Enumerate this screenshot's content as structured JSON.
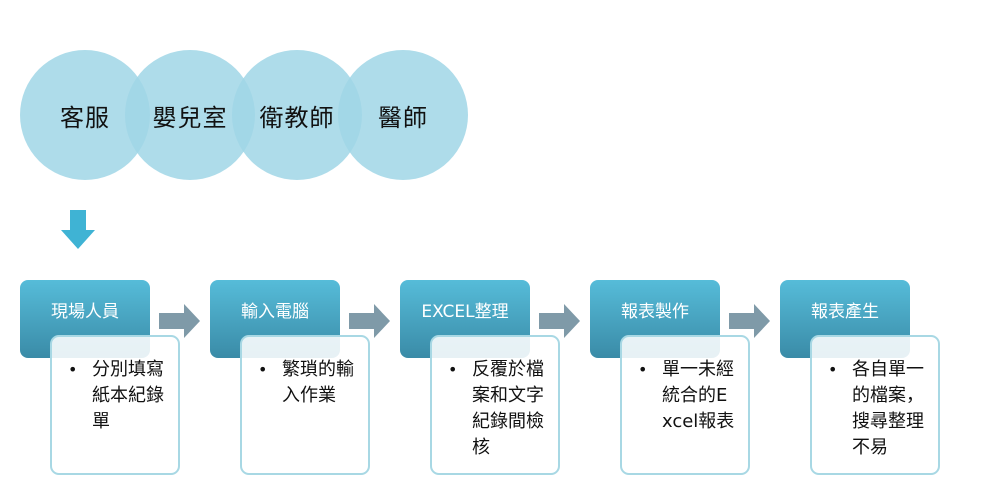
{
  "roles": [
    "客服",
    "嬰兒室",
    "衛教師",
    "醫師"
  ],
  "steps": [
    {
      "title": "現場人員",
      "bullet": "分別填寫紙本紀錄單"
    },
    {
      "title": "輸入電腦",
      "bullet": "繁瑣的輸入作業"
    },
    {
      "title": "EXCEL整理",
      "bullet": "反覆於檔案和文字紀錄間檢核"
    },
    {
      "title": "報表製作",
      "bullet": "單一未經統合的Excel報表"
    },
    {
      "title": "報表產生",
      "bullet": "各自單一的檔案，搜尋整理不易"
    }
  ],
  "colors": {
    "circle_fill": "#a0d6e6",
    "header_top": "#56bcd9",
    "header_bottom": "#3a8ba7",
    "body_border": "#a8d8e4",
    "arrow_gray": "#7f9aa8",
    "down_arrow": "#3fb3d4"
  }
}
